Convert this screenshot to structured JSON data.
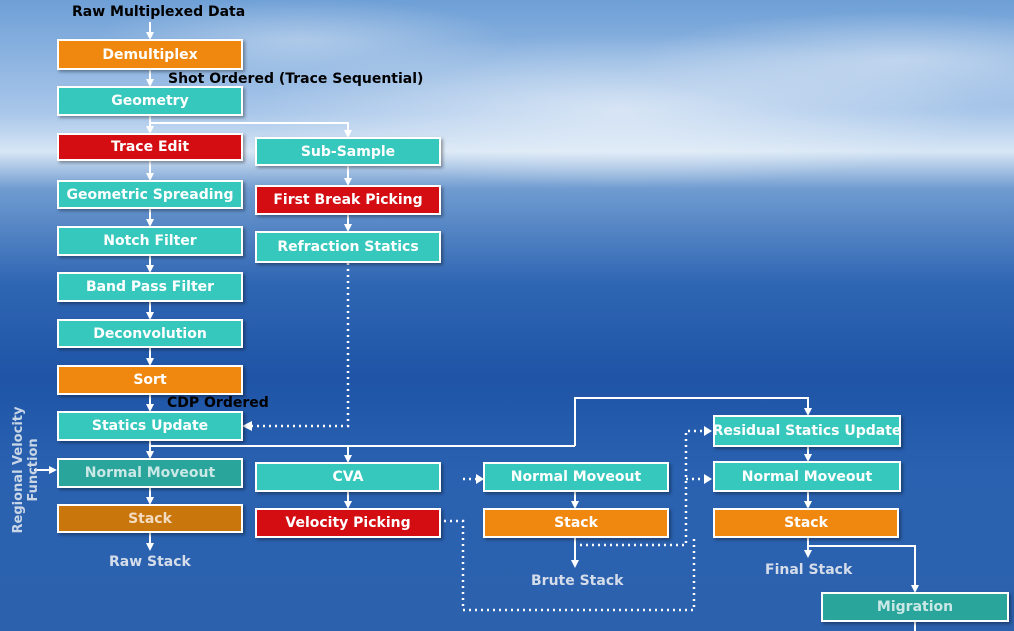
{
  "labels": {
    "raw_multiplexed": "Raw Multiplexed Data",
    "shot_ordered": "Shot Ordered (Trace Sequential)",
    "cdp_ordered": "CDP Ordered",
    "raw_stack": "Raw Stack",
    "brute_stack": "Brute Stack",
    "final_stack": "Final Stack",
    "regional_velocity_line1": "Regional Velocity",
    "regional_velocity_line2": "Function"
  },
  "boxes": {
    "demultiplex": "Demultiplex",
    "geometry": "Geometry",
    "trace_edit": "Trace Edit",
    "geometric_spreading": "Geometric Spreading",
    "notch_filter": "Notch Filter",
    "band_pass_filter": "Band Pass Filter",
    "deconvolution": "Deconvolution",
    "sort": "Sort",
    "statics_update": "Statics Update",
    "normal_moveout_1": "Normal Moveout",
    "stack_1": "Stack",
    "sub_sample": "Sub-Sample",
    "first_break_picking": "First Break Picking",
    "refraction_statics": "Refraction Statics",
    "cva": "CVA",
    "velocity_picking": "Velocity Picking",
    "normal_moveout_2": "Normal Moveout",
    "stack_2": "Stack",
    "residual_statics_update": "Residual Statics Update",
    "normal_moveout_3": "Normal Moveout",
    "stack_3": "Stack",
    "migration": "Migration"
  },
  "colors": {
    "process": "#37c8bd",
    "sort_step": "#f0880f",
    "picking_edit": "#d40d13",
    "connector": "#ffffff"
  }
}
